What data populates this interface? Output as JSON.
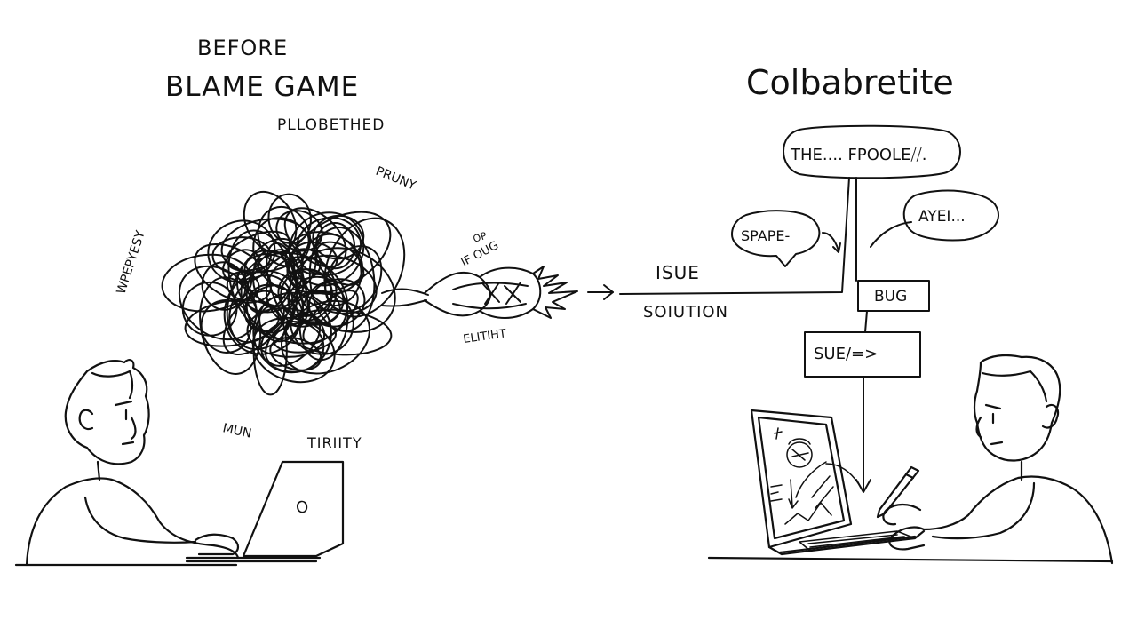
{
  "left_panel": {
    "heading_small": "BEFORE",
    "heading_large": "BLAME GAME",
    "tangle_labels": [
      "PLLOBETHED",
      "PRUNY",
      "WPEPYESY",
      "MUN",
      "TIRIITY"
    ],
    "exit_labels": [
      "OP",
      "IF OUG",
      "ELITIHT"
    ]
  },
  "middle": {
    "issue_label": "ISUE",
    "solution_label": "SOIUTION"
  },
  "right_panel": {
    "heading": "Colbabretite",
    "bubble_top": "THE.... FPOOLE⧸⧸.",
    "bubble_left": "SPAPE-",
    "bubble_right": "AYEI...",
    "box_bug": "BUG",
    "box_sue": "SUE/=>"
  },
  "laptop_left": {
    "logo": "O"
  }
}
